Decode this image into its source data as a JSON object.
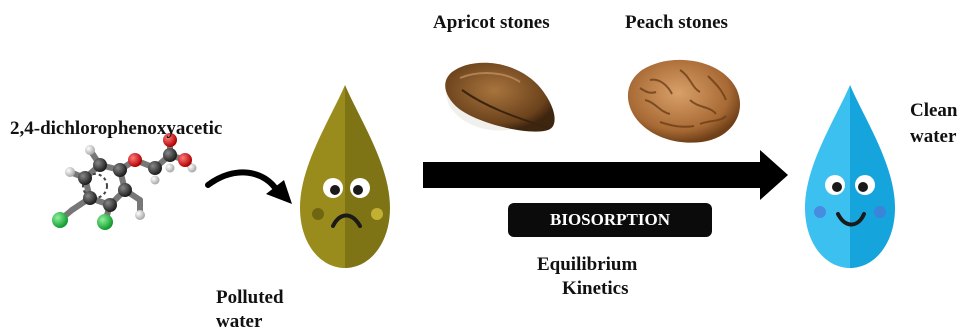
{
  "labels": {
    "compound": "2,4-dichlorophenoxyacetic",
    "apricot": "Apricot stones",
    "peach": "Peach stones",
    "clean_line1": "Clean",
    "clean_line2": "water",
    "polluted_line1": "Polluted",
    "polluted_line2": "water",
    "process": "BIOSORPTION",
    "equilibrium": "Equilibrium",
    "kinetics": "Kinetics"
  },
  "colors": {
    "polluted_drop_left": "#9a8c1c",
    "polluted_drop_right": "#7f7415",
    "clean_drop_left": "#3cc0f0",
    "clean_drop_right": "#16a4dd",
    "arrow": "#000000",
    "apricot_stone": "#8a5a2b",
    "peach_stone": "#b87a45",
    "chlorine": "#2bc24a",
    "oxygen": "#e02020",
    "carbon": "#333333",
    "hydrogen": "#eeeeee"
  }
}
